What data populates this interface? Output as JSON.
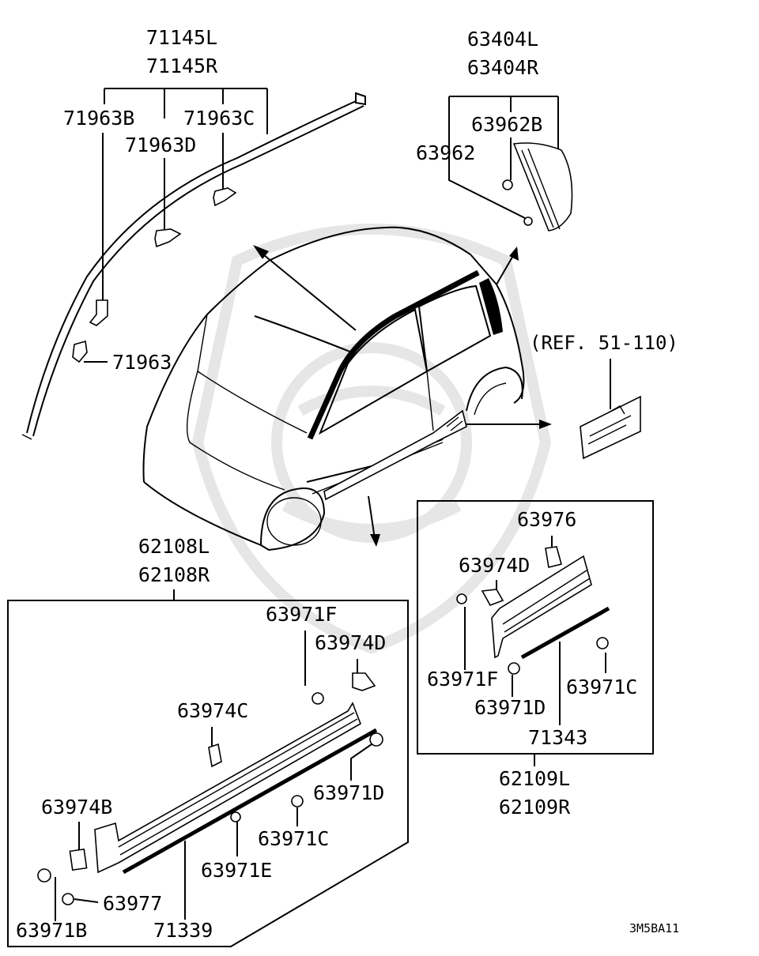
{
  "labels": {
    "roof_molding_l": "71145L",
    "roof_molding_r": "71145R",
    "clip_71963b": "71963B",
    "clip_71963c": "71963C",
    "clip_71963d": "71963D",
    "clip_71963": "71963",
    "garnish_l": "63404L",
    "garnish_r": "63404R",
    "clip_63962b": "63962B",
    "clip_63962": "63962",
    "ref_note": "(REF. 51-110)",
    "sill_upper_l": "62108L",
    "sill_upper_r": "62108R",
    "clip_63971f": "63971F",
    "clip_63974d": "63974D",
    "clip_63974c": "63974C",
    "clip_63971d": "63971D",
    "clip_63974b": "63974B",
    "clip_63971c": "63971C",
    "clip_63971e": "63971E",
    "clip_63977": "63977",
    "clip_63971b": "63971B",
    "strip_71339": "71339",
    "box2_63976": "63976",
    "box2_63974d": "63974D",
    "box2_63971f": "63971F",
    "box2_63971c": "63971C",
    "box2_63971d": "63971D",
    "box2_71343": "71343",
    "sill_lower_l": "62109L",
    "sill_lower_r": "62109R",
    "drawing_code": "3M5BA11"
  }
}
